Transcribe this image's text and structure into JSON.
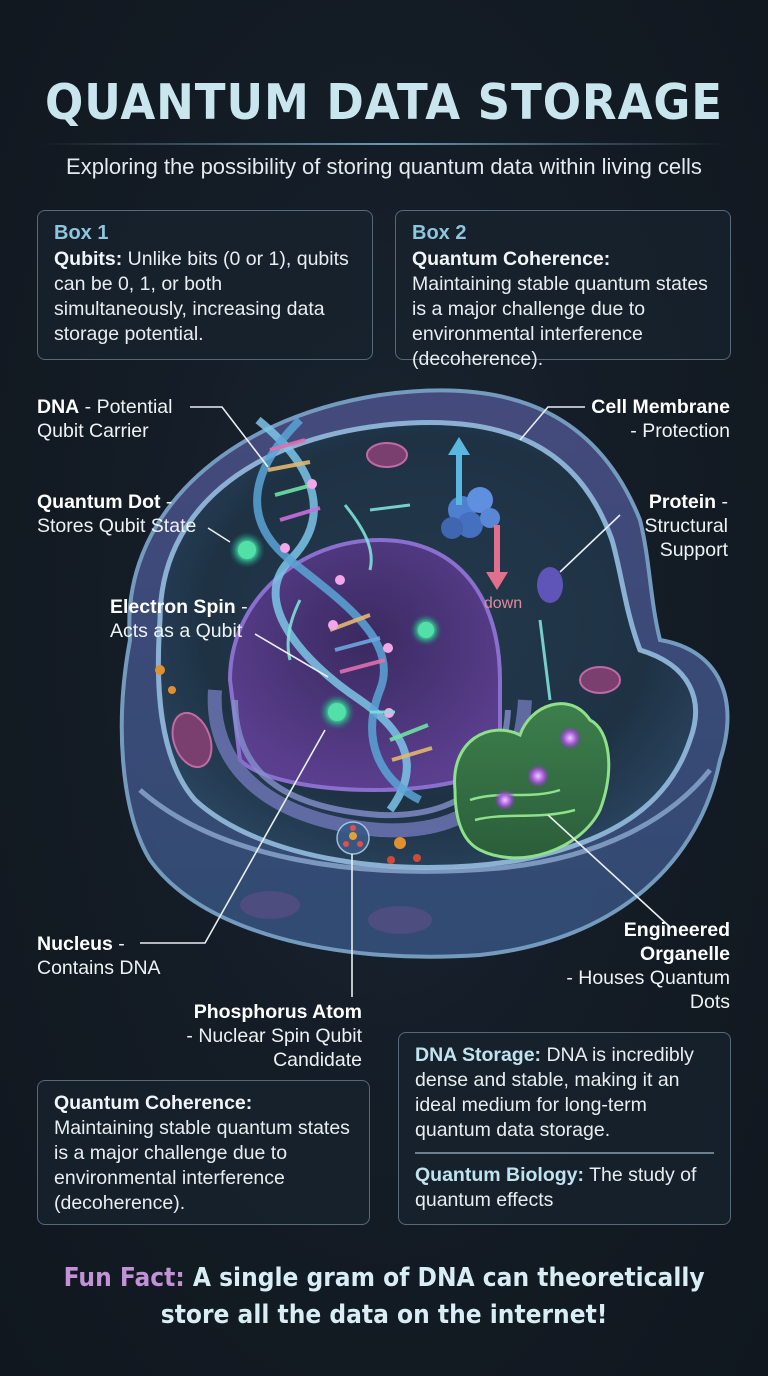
{
  "header": {
    "title": "QUANTUM DATA STORAGE",
    "subtitle": "Exploring the possibility of storing quantum data within living cells"
  },
  "boxes": [
    {
      "heading": "Box 1",
      "term": "Qubits:",
      "text": " Unlike bits (0 or 1), qubits can be 0, 1, or both simultaneously, increasing data storage potential."
    },
    {
      "heading": "Box 2",
      "term": "Quantum Coherence:",
      "text": " Maintaining stable quantum states is a major challenge due to environmental interference (decoherence)."
    },
    {
      "term": "Quantum Coherence:",
      "text": "Maintaining stable quantum states is a major challenge due to environmental interference (decoherence)."
    },
    {
      "sections": [
        {
          "term": "DNA Storage:",
          "text": " DNA is incredibly dense and stable, making it an ideal medium for long-term quantum data storage."
        },
        {
          "term": "Quantum Biology:",
          "text": " The study of quantum effects"
        }
      ]
    }
  ],
  "diagram": {
    "labels": {
      "dna": {
        "name": "DNA",
        "desc_inline": " - Potential",
        "desc": "Qubit Carrier"
      },
      "quantum_dot": {
        "name": "Quantum Dot",
        "suffix": " -",
        "desc": "Stores Qubit State"
      },
      "electron_spin": {
        "name": "Electron Spin",
        "suffix": " -",
        "desc": "Acts as a Qubit"
      },
      "cell_membrane": {
        "name": "Cell Membrane",
        "desc": "- Protection"
      },
      "protein": {
        "name": "Protein",
        "suffix": " -",
        "desc1": "Structural",
        "desc2": "Support"
      },
      "nucleus": {
        "name": "Nucleus",
        "suffix": " -",
        "desc": "Contains DNA"
      },
      "phosphorus": {
        "name": "Phosphorus Atom",
        "desc1": "- Nuclear Spin Qubit",
        "desc2": "Candidate"
      },
      "organelle": {
        "name1": "Engineered",
        "name2": "Organelle",
        "desc1": "- Houses Quantum",
        "desc2": "Dots"
      }
    },
    "spin_label": "down"
  },
  "funfact": {
    "label": "Fun Fact:",
    "line1": " A single gram of DNA can theoretically",
    "line2": "store all the data on the internet!"
  },
  "colors": {
    "background": "#121a23",
    "title": "#c9e6ef",
    "box_heading": "#8ec6dd",
    "funfact_label": "#c391d6",
    "spin_down": "#e0708e",
    "spin_up": "#5ab8e0",
    "cell_membrane": "#7fa9cf",
    "nucleus": "#6a4f9e",
    "organelle": "#5aa060"
  }
}
